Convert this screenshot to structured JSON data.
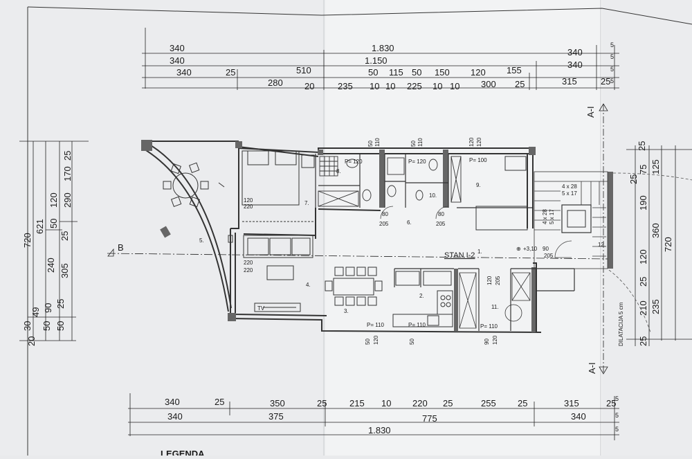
{
  "dims_top": {
    "r1": {
      "a": "340",
      "b": "1.830",
      "c": "5"
    },
    "r2": {
      "a": "340",
      "b": "1.150",
      "c": "340",
      "d": "5"
    },
    "r3": {
      "a": "340",
      "b": "25",
      "c": "510",
      "d": "50",
      "e": "115",
      "f": "50",
      "g": "150",
      "h": "120",
      "i": "155",
      "j": "340",
      "k": "5"
    },
    "r4": {
      "a": "280",
      "b": "20",
      "c": "235",
      "d": "10",
      "e": "10",
      "f": "225",
      "g": "10",
      "h": "10",
      "i": "300",
      "j": "25",
      "k": "315",
      "l": "25",
      "m": "5"
    }
  },
  "dims_bottom": {
    "r1": {
      "a": "340",
      "b": "25",
      "c": "350",
      "d": "25",
      "e": "215",
      "f": "10",
      "g": "220",
      "h": "25",
      "i": "255",
      "j": "25",
      "k": "315",
      "l": "25",
      "m": "5"
    },
    "r2": {
      "a": "340",
      "b": "375",
      "c": "775",
      "d": "340",
      "e": "5"
    },
    "r3": {
      "a": "1.830",
      "b": "5"
    }
  },
  "dims_left": {
    "col1": [
      "25",
      "170",
      "290"
    ],
    "col2": [
      "120",
      "50",
      "25",
      "305"
    ],
    "col3": [
      "621",
      "240"
    ],
    "col4": [
      "720"
    ],
    "col_bottom": [
      "30",
      "20",
      "49",
      "50",
      "90",
      "50",
      "25"
    ]
  },
  "dims_right": {
    "values": [
      "25",
      "75",
      "125",
      "25",
      "190",
      "360",
      "720",
      "120",
      "25",
      "210",
      "235",
      "25"
    ],
    "dilatacija": "DILATACIJA 5 cm"
  },
  "section_marks": {
    "a_top": "A-I",
    "a_bottom": "A-I",
    "b": "B"
  },
  "rooms": {
    "r1": "1.",
    "r2": "2.",
    "r3": "3.",
    "r4": "4.",
    "r5": "5.",
    "r6": "6.",
    "r7": "7.",
    "r8": "8.",
    "r9": "9.",
    "r10": "10.",
    "r11": "11.",
    "r12": "12."
  },
  "unit_label": "STAN I-2",
  "level_label": "+3,10",
  "openings": {
    "o1": "120",
    "o2": "220",
    "o3": "220",
    "o4": "220",
    "o5": "80",
    "o6": "205",
    "o7": "80",
    "o8": "205",
    "o9": "90",
    "o10": "205",
    "o11": "120",
    "o12": "205",
    "p1": "P= 120",
    "p2": "P= 120",
    "p3": "P= 100",
    "p4": "P= 110",
    "p5": "P= 110",
    "p6": "P= 110",
    "w1": "50",
    "w2": "110",
    "w3": "50",
    "w4": "110",
    "w5": "120",
    "w6": "120",
    "w7": "50",
    "w8": "50",
    "w9": "90",
    "w10": "120",
    "w11": "120",
    "s1": "4 x 28",
    "s2": "5 x 17",
    "s3": "4 x 28",
    "s4": "5 x 17",
    "tv": "TV"
  },
  "legend_heading": "LEGENDA"
}
